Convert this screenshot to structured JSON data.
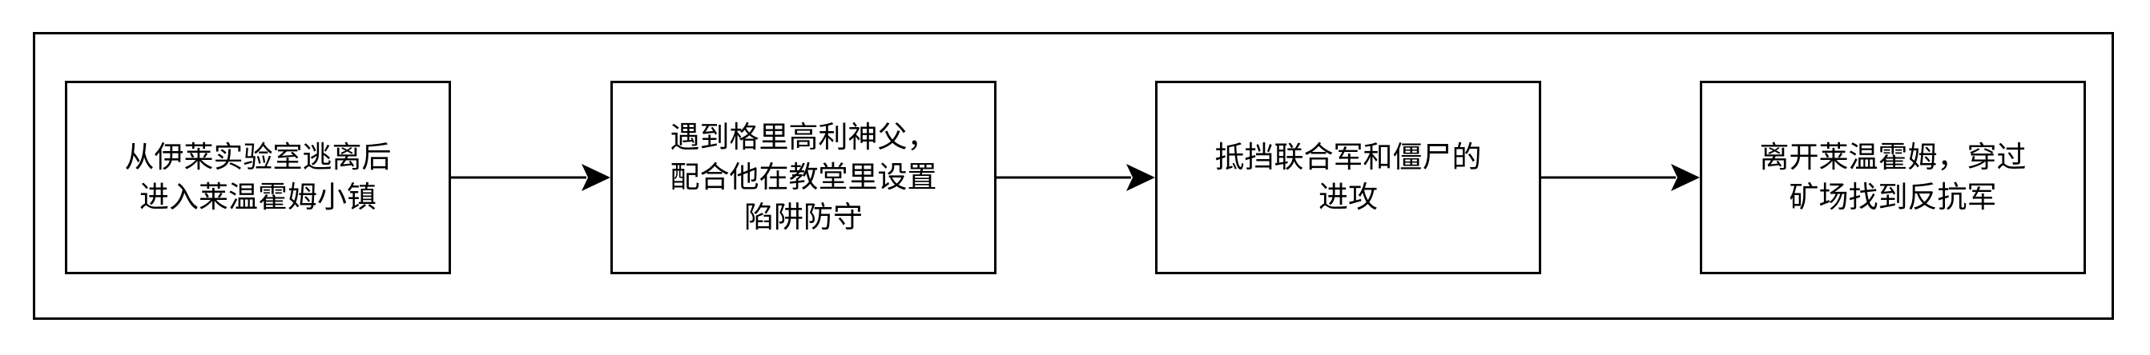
{
  "diagram": {
    "steps": [
      {
        "text": "从伊莱实验室逃离后\n进入莱温霍姆小镇"
      },
      {
        "text": "遇到格里高利神父，\n配合他在教堂里设置\n陷阱防守"
      },
      {
        "text": "抵挡联合军和僵尸的\n进攻"
      },
      {
        "text": "离开莱温霍姆，穿过\n矿场找到反抗军"
      }
    ],
    "colors": {
      "stroke": "#000000",
      "background": "#ffffff"
    }
  }
}
